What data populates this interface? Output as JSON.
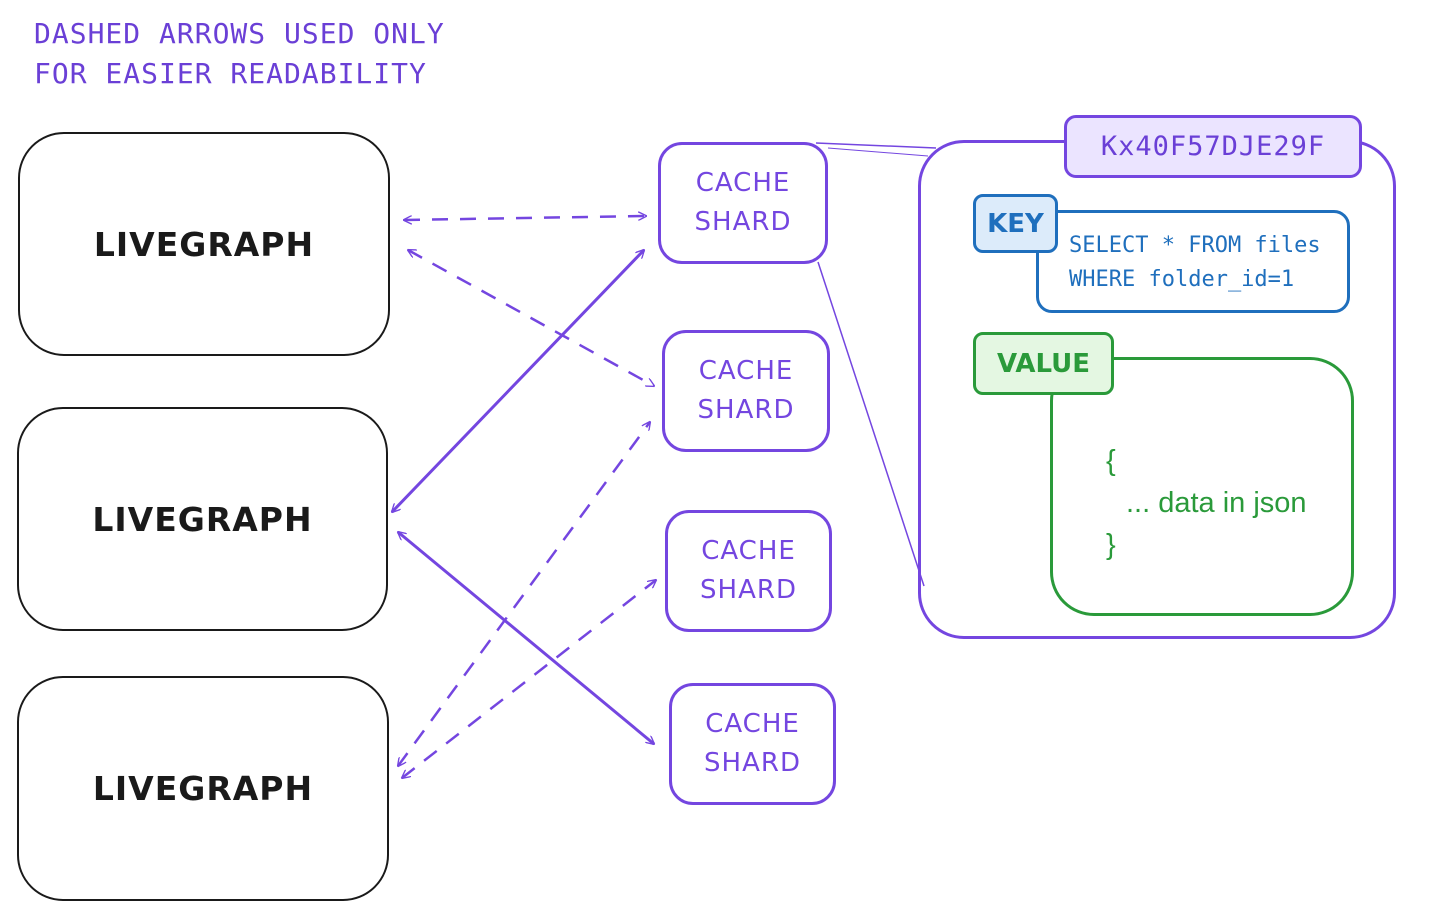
{
  "note": {
    "line1": "DASHED ARROWS USED ONLY",
    "line2": "FOR EASIER READABILITY"
  },
  "livegraphs": [
    {
      "label": "LIVEGRAPH"
    },
    {
      "label": "LIVEGRAPH"
    },
    {
      "label": "LIVEGRAPH"
    }
  ],
  "shards": [
    {
      "line1": "CACHE",
      "line2": "SHARD"
    },
    {
      "line1": "CACHE",
      "line2": "SHARD"
    },
    {
      "line1": "CACHE",
      "line2": "SHARD"
    },
    {
      "line1": "CACHE",
      "line2": "SHARD"
    }
  ],
  "entry": {
    "id": "Kx40F57DJE29F",
    "key_label": "KEY",
    "key_line1": "SELECT * FROM files",
    "key_line2": "WHERE folder_id=1",
    "value_label": "VALUE",
    "value_open": "{",
    "value_text": "... data in json",
    "value_close": "}"
  },
  "colors": {
    "purple": "#7446e0",
    "blue": "#1f6fbd",
    "green": "#2a9a3a",
    "black": "#1a1a1a"
  }
}
